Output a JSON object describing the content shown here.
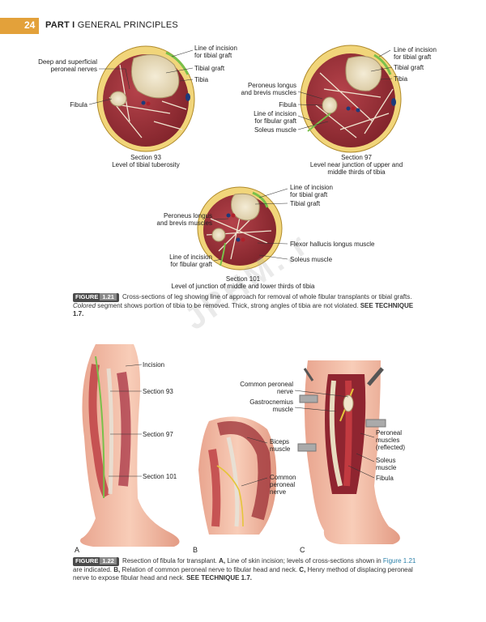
{
  "header": {
    "page_number": "24",
    "part": "PART I",
    "title": "GENERAL PRINCIPLES"
  },
  "figure21": {
    "section93": {
      "labels": {
        "incision": "Line of incision\nfor tibial graft",
        "tibial_graft": "Tibial graft",
        "tibia": "Tibia",
        "nerves": "Deep and superficial\nperoneal nerves",
        "fibula": "Fibula"
      },
      "caption": "Section 93\nLevel of tibial tuberosity"
    },
    "section97": {
      "labels": {
        "incision": "Line of incision\nfor tibial graft",
        "tibial_graft": "Tibial graft",
        "tibia": "Tibia",
        "peroneus": "Peroneus longus\nand brevis muscles",
        "fibula": "Fibula",
        "fibular_incision": "Line of incision\nfor fibular graft",
        "soleus": "Soleus muscle"
      },
      "caption": "Section 97\nLevel near junction of upper and\nmiddle thirds of tibia"
    },
    "section101": {
      "labels": {
        "incision": "Line of incision\nfor tibial graft",
        "tibial_graft": "Tibial graft",
        "peroneus": "Peroneus longus\nand brevis muscles",
        "flexor": "Flexor hallucis longus muscle",
        "fibular_incision": "Line of incision\nfor fibular graft",
        "soleus": "Soleus muscle"
      },
      "caption": "Section 101\nLevel of junction of middle and lower thirds of tibia"
    },
    "tag": "FIGURE",
    "number": "1.21",
    "caption_a": "Cross-sections of leg showing line of approach for removal of whole fibular transplants or tibial grafts. ",
    "caption_italic": "Colored",
    "caption_b": " segment shows portion of tibia to be removed. Thick, strong angles of tibia are not violated. ",
    "caption_ref": "SEE TECHNIQUE 1.7."
  },
  "figure22": {
    "panel_a": {
      "letter": "A",
      "incision": "Incision",
      "s93": "Section 93",
      "s97": "Section 97",
      "s101": "Section 101"
    },
    "panel_b": {
      "letter": "B",
      "biceps": "Biceps\nmuscle",
      "nerve": "Common\nperoneal\nnerve"
    },
    "panel_c": {
      "letter": "C",
      "nerve": "Common peroneal\nnerve",
      "gastro": "Gastrocnemius\nmuscle",
      "peroneal": "Peroneal\nmuscles\n(reflected)",
      "soleus": "Soleus\nmuscle",
      "fibula": "Fibula"
    },
    "tag": "FIGURE",
    "number": "1.22",
    "caption_a": "Resection of fibula for transplant. ",
    "a_bold": "A,",
    "a_text": " Line of skin incision; levels of cross-sections shown in ",
    "fig_link": "Figure 1.21",
    "a_text2": " are indicated. ",
    "b_bold": "B,",
    "b_text": " Relation of common peroneal nerve to fibular head and neck. ",
    "c_bold": "C,",
    "c_text": " Henry method of displacing peroneal nerve to expose fibular head and neck. ",
    "caption_ref": "SEE TECHNIQUE 1.7."
  },
  "watermark": "JPHM..r",
  "colors": {
    "accent": "#e3a13a",
    "muscle": "#9c2f35",
    "bone": "#e8dcc0",
    "fat": "#f1d57a",
    "incision": "#79c04a",
    "link": "#2a7fa8"
  }
}
